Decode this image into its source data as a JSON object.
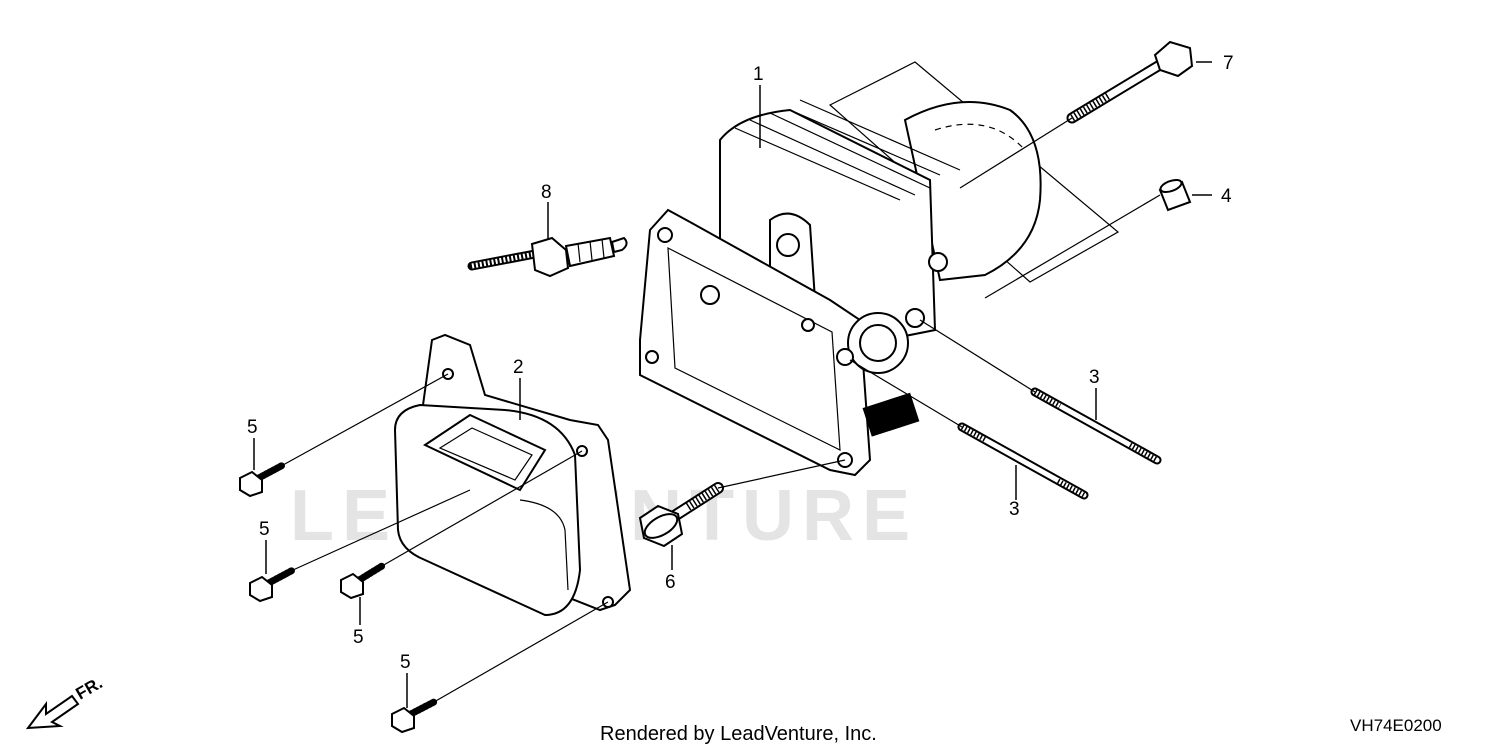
{
  "callouts": [
    {
      "id": "1",
      "label": "1"
    },
    {
      "id": "2",
      "label": "2"
    },
    {
      "id": "3a",
      "label": "3"
    },
    {
      "id": "3b",
      "label": "3"
    },
    {
      "id": "4",
      "label": "4"
    },
    {
      "id": "5a",
      "label": "5"
    },
    {
      "id": "5b",
      "label": "5"
    },
    {
      "id": "5c",
      "label": "5"
    },
    {
      "id": "5d",
      "label": "5"
    },
    {
      "id": "6",
      "label": "6"
    },
    {
      "id": "7",
      "label": "7"
    },
    {
      "id": "8",
      "label": "8"
    }
  ],
  "front_arrow_label": "FR.",
  "footer_text": "Rendered by LeadVenture, Inc.",
  "diagram_code": "VH74E0200",
  "watermark_text": "LEADVENTURE"
}
